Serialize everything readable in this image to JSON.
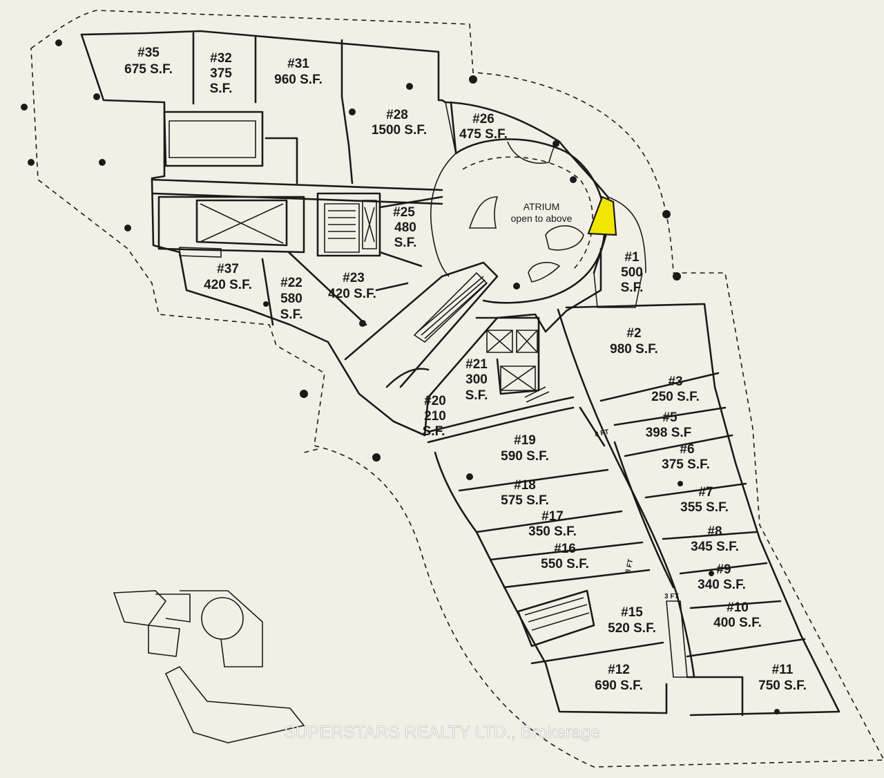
{
  "units": [
    {
      "id": "u35",
      "num": "#35",
      "area": [
        "675 S.F."
      ]
    },
    {
      "id": "u32",
      "num": "#32",
      "area": [
        "375",
        "S.F."
      ]
    },
    {
      "id": "u31",
      "num": "#31",
      "area": [
        "960 S.F."
      ]
    },
    {
      "id": "u28",
      "num": "#28",
      "area": [
        "1500 S.F."
      ]
    },
    {
      "id": "u26",
      "num": "#26",
      "area": [
        "475 S.F."
      ]
    },
    {
      "id": "u25",
      "num": "#25",
      "area": [
        "480",
        "S.F."
      ]
    },
    {
      "id": "u37",
      "num": "#37",
      "area": [
        "420 S.F."
      ]
    },
    {
      "id": "u22",
      "num": "#22",
      "area": [
        "580",
        "S.F."
      ]
    },
    {
      "id": "u23",
      "num": "#23",
      "area": [
        "420 S.F."
      ]
    },
    {
      "id": "u1",
      "num": "#1",
      "area": [
        "500",
        "S.F."
      ]
    },
    {
      "id": "u2",
      "num": "#2",
      "area": [
        "980 S.F."
      ]
    },
    {
      "id": "u21",
      "num": "#21",
      "area": [
        "300",
        "S.F."
      ]
    },
    {
      "id": "u20",
      "num": "#20",
      "area": [
        "210",
        "S.F."
      ]
    },
    {
      "id": "u3",
      "num": "#3",
      "area": [
        "250 S.F."
      ]
    },
    {
      "id": "u5",
      "num": "#5",
      "area": [
        "398 S.F"
      ]
    },
    {
      "id": "u6",
      "num": "#6",
      "area": [
        "375 S.F."
      ]
    },
    {
      "id": "u19",
      "num": "#19",
      "area": [
        "590 S.F."
      ]
    },
    {
      "id": "u18",
      "num": "#18",
      "area": [
        "575 S.F."
      ]
    },
    {
      "id": "u7",
      "num": "#7",
      "area": [
        "355 S.F."
      ]
    },
    {
      "id": "u17",
      "num": "#17",
      "area": [
        "350 S.F."
      ]
    },
    {
      "id": "u8",
      "num": "#8",
      "area": [
        "345 S.F."
      ]
    },
    {
      "id": "u16",
      "num": "#16",
      "area": [
        "550 S.F."
      ]
    },
    {
      "id": "u9",
      "num": "#9",
      "area": [
        "340 S.F."
      ]
    },
    {
      "id": "u15",
      "num": "#15",
      "area": [
        "520 S.F."
      ]
    },
    {
      "id": "u10",
      "num": "#10",
      "area": [
        "400 S.F."
      ]
    },
    {
      "id": "u12",
      "num": "#12",
      "area": [
        "690 S.F."
      ]
    },
    {
      "id": "u11",
      "num": "#11",
      "area": [
        "750 S.F."
      ]
    }
  ],
  "atrium": {
    "title": "ATRIUM",
    "subtitle": "open to above"
  },
  "dimensions": {
    "d1": "8 FT",
    "d2": "8 FT",
    "d3": "3 FT"
  },
  "watermark": "SUPERSTARS REALTY LTD., Brokerage",
  "colors": {
    "highlight": "#f2e600",
    "line": "#1a1a1a",
    "paper": "#f2efe6"
  }
}
